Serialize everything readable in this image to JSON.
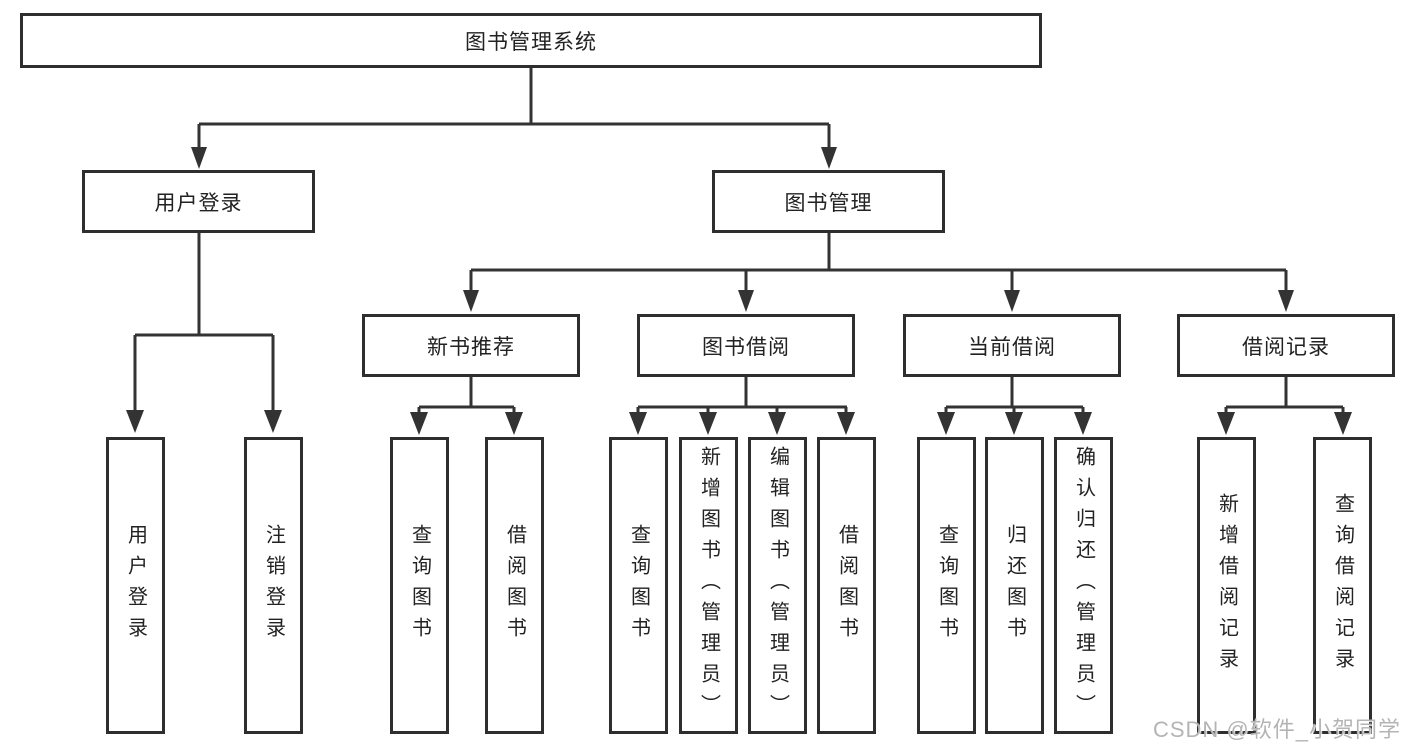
{
  "diagram": {
    "root": "图书管理系统",
    "user_login": {
      "label": "用户登录",
      "children": [
        "用户登录",
        "注销登录"
      ]
    },
    "book_management": {
      "label": "图书管理",
      "sections": [
        {
          "label": "新书推荐",
          "children": [
            "查询图书",
            "借阅图书"
          ]
        },
        {
          "label": "图书借阅",
          "children": [
            "查询图书",
            "新增图书（管理员）",
            "编辑图书（管理员）",
            "借阅图书"
          ]
        },
        {
          "label": "当前借阅",
          "children": [
            "查询图书",
            "归还图书",
            "确认归还（管理员）"
          ]
        },
        {
          "label": "借阅记录",
          "children": [
            "新增借阅记录",
            "查询借阅记录"
          ]
        }
      ]
    }
  },
  "watermark": "CSDN @软件_小贺同学",
  "colors": {
    "line": "#333333",
    "box_border": "#2e2e2e",
    "text": "#222222",
    "watermark": "#b4b4b4",
    "background": "#ffffff"
  }
}
